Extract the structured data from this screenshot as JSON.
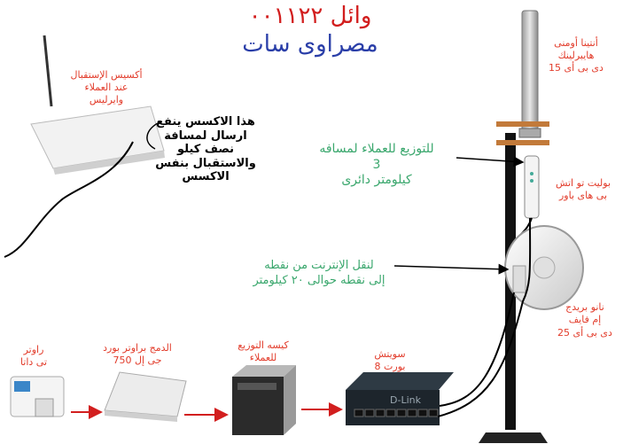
{
  "header": {
    "name_line": "وائل ٠٠١١٢٢",
    "brand_line": "مصراوى سات"
  },
  "labels": {
    "access_point": [
      "أكسيس الإستقبال",
      "عند العملاء",
      "وايرليس"
    ],
    "access_note": [
      "هذا الاكسس ينفع",
      "ارسال لمسافة",
      "نصف كيلو",
      "والاستقبال بنفس",
      "الاكسس"
    ],
    "omni_antenna": [
      "أنتينا أومنى",
      "هايبرلينك",
      "دى بى أى 15"
    ],
    "poe": [
      "بوليت تو اتش",
      "بى هاى باور"
    ],
    "distribution_note": [
      "للتوزيع للعملاء لمسافه",
      "3",
      "كيلومتر دائرى"
    ],
    "backhaul_note": [
      "لنقل الإنترنت من نقطه",
      "إلى نقطه حوالى ٢٠ كيلومتر"
    ],
    "nanobridge": [
      "نانو بريدج",
      "إم فايف",
      "دى بى أى 25"
    ],
    "router": [
      "راوتر",
      "تى داتا"
    ],
    "mikrotik": [
      "الدمج براوتر بورد",
      "جى إل 750"
    ],
    "server": [
      "كيسه التوزيع",
      "للعملاء"
    ],
    "switch": [
      "سويتش",
      "بورت 8"
    ]
  },
  "switch_brand": "D-Link",
  "colors": {
    "red": "#e23b2a",
    "green": "#3aa76d",
    "blue": "#2a3ea8",
    "cable": "#000000"
  }
}
